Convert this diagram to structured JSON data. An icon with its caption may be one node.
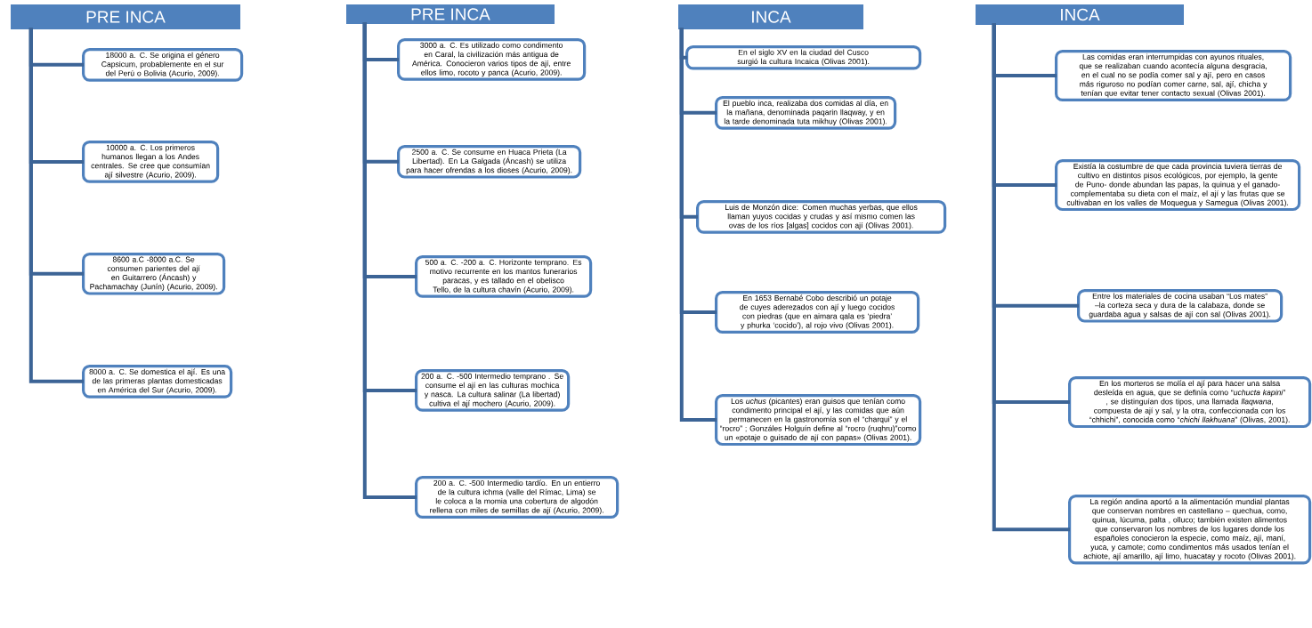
{
  "diagram": {
    "nodes": [
      {
        "text": [
          "PRE INCA"
        ]
      },
      {
        "text": [
          "18000 a. C. Se origina el género Capsicum, probablemente en el sur del Perú o Bolivia  (Acurio, 2009)."
        ]
      },
      {
        "text": [
          "10000 a. C. Los primeros humanos llegan a los Andes centrales. Se cree que consumían ají silvestre  (Acurio, 2009)."
        ]
      },
      {
        "text": [
          "8600 a.C -8000 a.C. Se consumen parientes del ají en Guitarrero (Áncash) y Pachamachay (Junín) (Acurio, 2009)."
        ]
      },
      {
        "text": [
          "8000 a. C. Se domestica el ají. Es una de las primeras plantas domesticadas en América del Sur (Acurio, 2009)."
        ]
      },
      {
        "text": [
          "PRE INCA"
        ]
      },
      {
        "text": [
          "3000 a. C. Es utilizado como condimento en Caral, la civilización más antigua de América. Conocieron varios tipos de ají, entre ellos limo, rocoto y panca (Acurio, 2009)."
        ]
      },
      {
        "text": [
          "2500 a. C. Se consume en Huaca Prieta (La Libertad). En La Galgada (Áncash) se utiliza para hacer ofrendas a los dioses (Acurio, 2009)."
        ]
      },
      {
        "text": [
          "500 a. C. -200 a. C. Horizonte temprano. Es motivo recurrente en los mantos funerarios paracas, y es tallado en el obelisco Tello, de la cultura chavín (Acurio, 2009)."
        ]
      },
      {
        "text": [
          "200 a. C. -500 Intermedio temprano . Se consume el ají en las culturas mochica y nasca. La cultura salinar (La libertad) cultiva el ají mochero (Acurio, 2009)."
        ]
      },
      {
        "text": [
          "200 a. C. -500 Intermedio tardío. En un entierro de la cultura ichma (valle del Rímac, Lima) se le coloca a la momia una cobertura de algodón rellena con miles de semillas de ají (Acurio, 2009)."
        ]
      },
      {
        "text": [
          "INCA"
        ]
      },
      {
        "text": [
          "En el siglo XV en la ciudad del Cusco surgió la cultura Incaica (Olivas 2001)."
        ]
      },
      {
        "text": [
          "El pueblo inca, realizaba dos comidas al día, en la mañana, denominada paqarin llaqway, y en la tarde denominada tuta mikhuy (Olivas 2001)."
        ]
      },
      {
        "text": [
          "Luis de Monzón dice: Comen muchas yerbas, que ellos llaman yuyos cocidas y crudas y así mismo comen las ovas de los ríos [algas] cocidos con ají (Olivas 2001)."
        ]
      },
      {
        "text": [
          "En 1653 Bernabé Cobo describió un potaje de cuyes aderezados con ají y luego cocidos con piedras (que en aimara qala es ‘piedra’ y phurka ‘cocido’), al rojo vivo (Olivas 2001)."
        ]
      },
      {
        "text": [
          "Los *uchus* (picantes) eran guisos que tenían como condimento principal el ají, y las comidas que aún permanecen en la gastronomía son el “charqui” y el “rocro” ; Gonzáles Holguín define al “rocro (ruqhru)”como un «potaje o guisado de ají con papas» (Olivas 2001)."
        ]
      },
      {
        "text": [
          "INCA"
        ]
      },
      {
        "text": [
          "Las comidas eran interrumpidas con ayunos rituales, que se realizaban cuando acontecía alguna desgracia, en el cual no se podía comer sal y ají, pero en casos más riguroso no podían comer carne, sal, ají, chicha y tenían que evitar tener contacto sexual (Olivas 2001)."
        ]
      },
      {
        "text": [
          "Existía la costumbre de que cada provincia tuviera tierras de cultivo en distintos pisos ecológicos, por ejemplo, la gente de Puno- donde abundan las papas, la quinua y el ganado- complementaba su dieta con el maíz, el ají y las frutas que se cultivaban en los valles de Moquegua y Samegua (Olivas 2001)."
        ]
      },
      {
        "text": [
          "Entre los materiales de cocina usaban “Los mates” –la corteza seca y dura de la calabaza, donde se guardaba agua y salsas de ají con sal (Olivas 2001)."
        ]
      },
      {
        "text": [
          "En los morteros se molía el ají para hacer una salsa desleída en agua, que se definía como “*uchucta kapini*” , se distinguían dos tipos, una llamada *llaqwana*, compuesta de ají y sal, y la otra, confeccionada con los “chhichi”, conocida como “*chichi llakhuana*” (Olivas, 2001)."
        ]
      },
      {
        "text": [
          "La región andina aportó a la alimentación mundial plantas que conservan nombres en castellano – quechua, como, quinua, lúcuma, palta , olluco; también existen alimentos que conservaron los nombres de los lugares donde los españoles conocieron la especie, como maíz, ají, maní, yuca, y camote; como condimentos más usados tenían el achiote, ají amarillo, ají limo, huacatay y rocoto (Olivas 2001)."
        ]
      }
    ],
    "edges": [
      {
        "from": 0,
        "to": 1,
        "arrow": "none"
      },
      {
        "from": 0,
        "to": 2,
        "arrow": "none"
      },
      {
        "from": 0,
        "to": 3,
        "arrow": "none"
      },
      {
        "from": 0,
        "to": 4,
        "arrow": "none"
      },
      {
        "from": 5,
        "to": 6,
        "arrow": "none"
      },
      {
        "from": 5,
        "to": 7,
        "arrow": "none"
      },
      {
        "from": 5,
        "to": 8,
        "arrow": "none"
      },
      {
        "from": 5,
        "to": 9,
        "arrow": "none"
      },
      {
        "from": 5,
        "to": 10,
        "arrow": "none"
      },
      {
        "from": 11,
        "to": 12,
        "arrow": "none"
      },
      {
        "from": 11,
        "to": 13,
        "arrow": "none"
      },
      {
        "from": 11,
        "to": 14,
        "arrow": "none"
      },
      {
        "from": 11,
        "to": 15,
        "arrow": "none"
      },
      {
        "from": 11,
        "to": 16,
        "arrow": "none"
      },
      {
        "from": 17,
        "to": 18,
        "arrow": "none"
      },
      {
        "from": 17,
        "to": 19,
        "arrow": "none"
      },
      {
        "from": 17,
        "to": 20,
        "arrow": "none"
      },
      {
        "from": 17,
        "to": 21,
        "arrow": "none"
      },
      {
        "from": 17,
        "to": 22,
        "arrow": "none"
      }
    ]
  }
}
